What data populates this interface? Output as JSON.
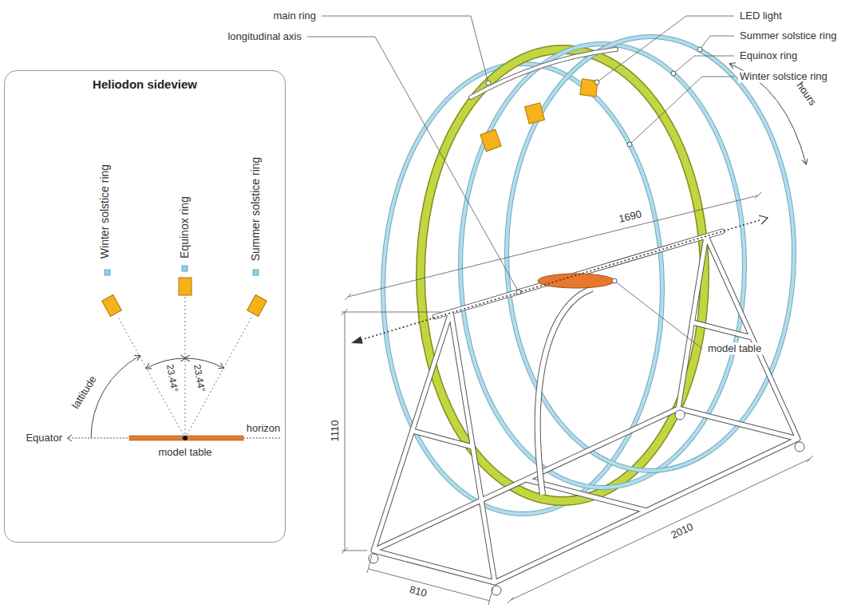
{
  "diagram": {
    "nodes": [
      {
        "text": [
          "Heliodon sideview"
        ]
      }
    ],
    "labels": [
      "Winter solstice ring",
      "Equinox ring",
      "Summer solstice ring",
      "23.44°",
      "23.44°",
      "lattitude",
      "Equator",
      "horizon",
      "model table",
      "main ring",
      "longitudinal axis",
      "LED light",
      "Summer solstice ring",
      "Equinox ring",
      "Winter solstice ring",
      "hours",
      "1690",
      "model table",
      "1110",
      "810",
      "2010"
    ]
  }
}
